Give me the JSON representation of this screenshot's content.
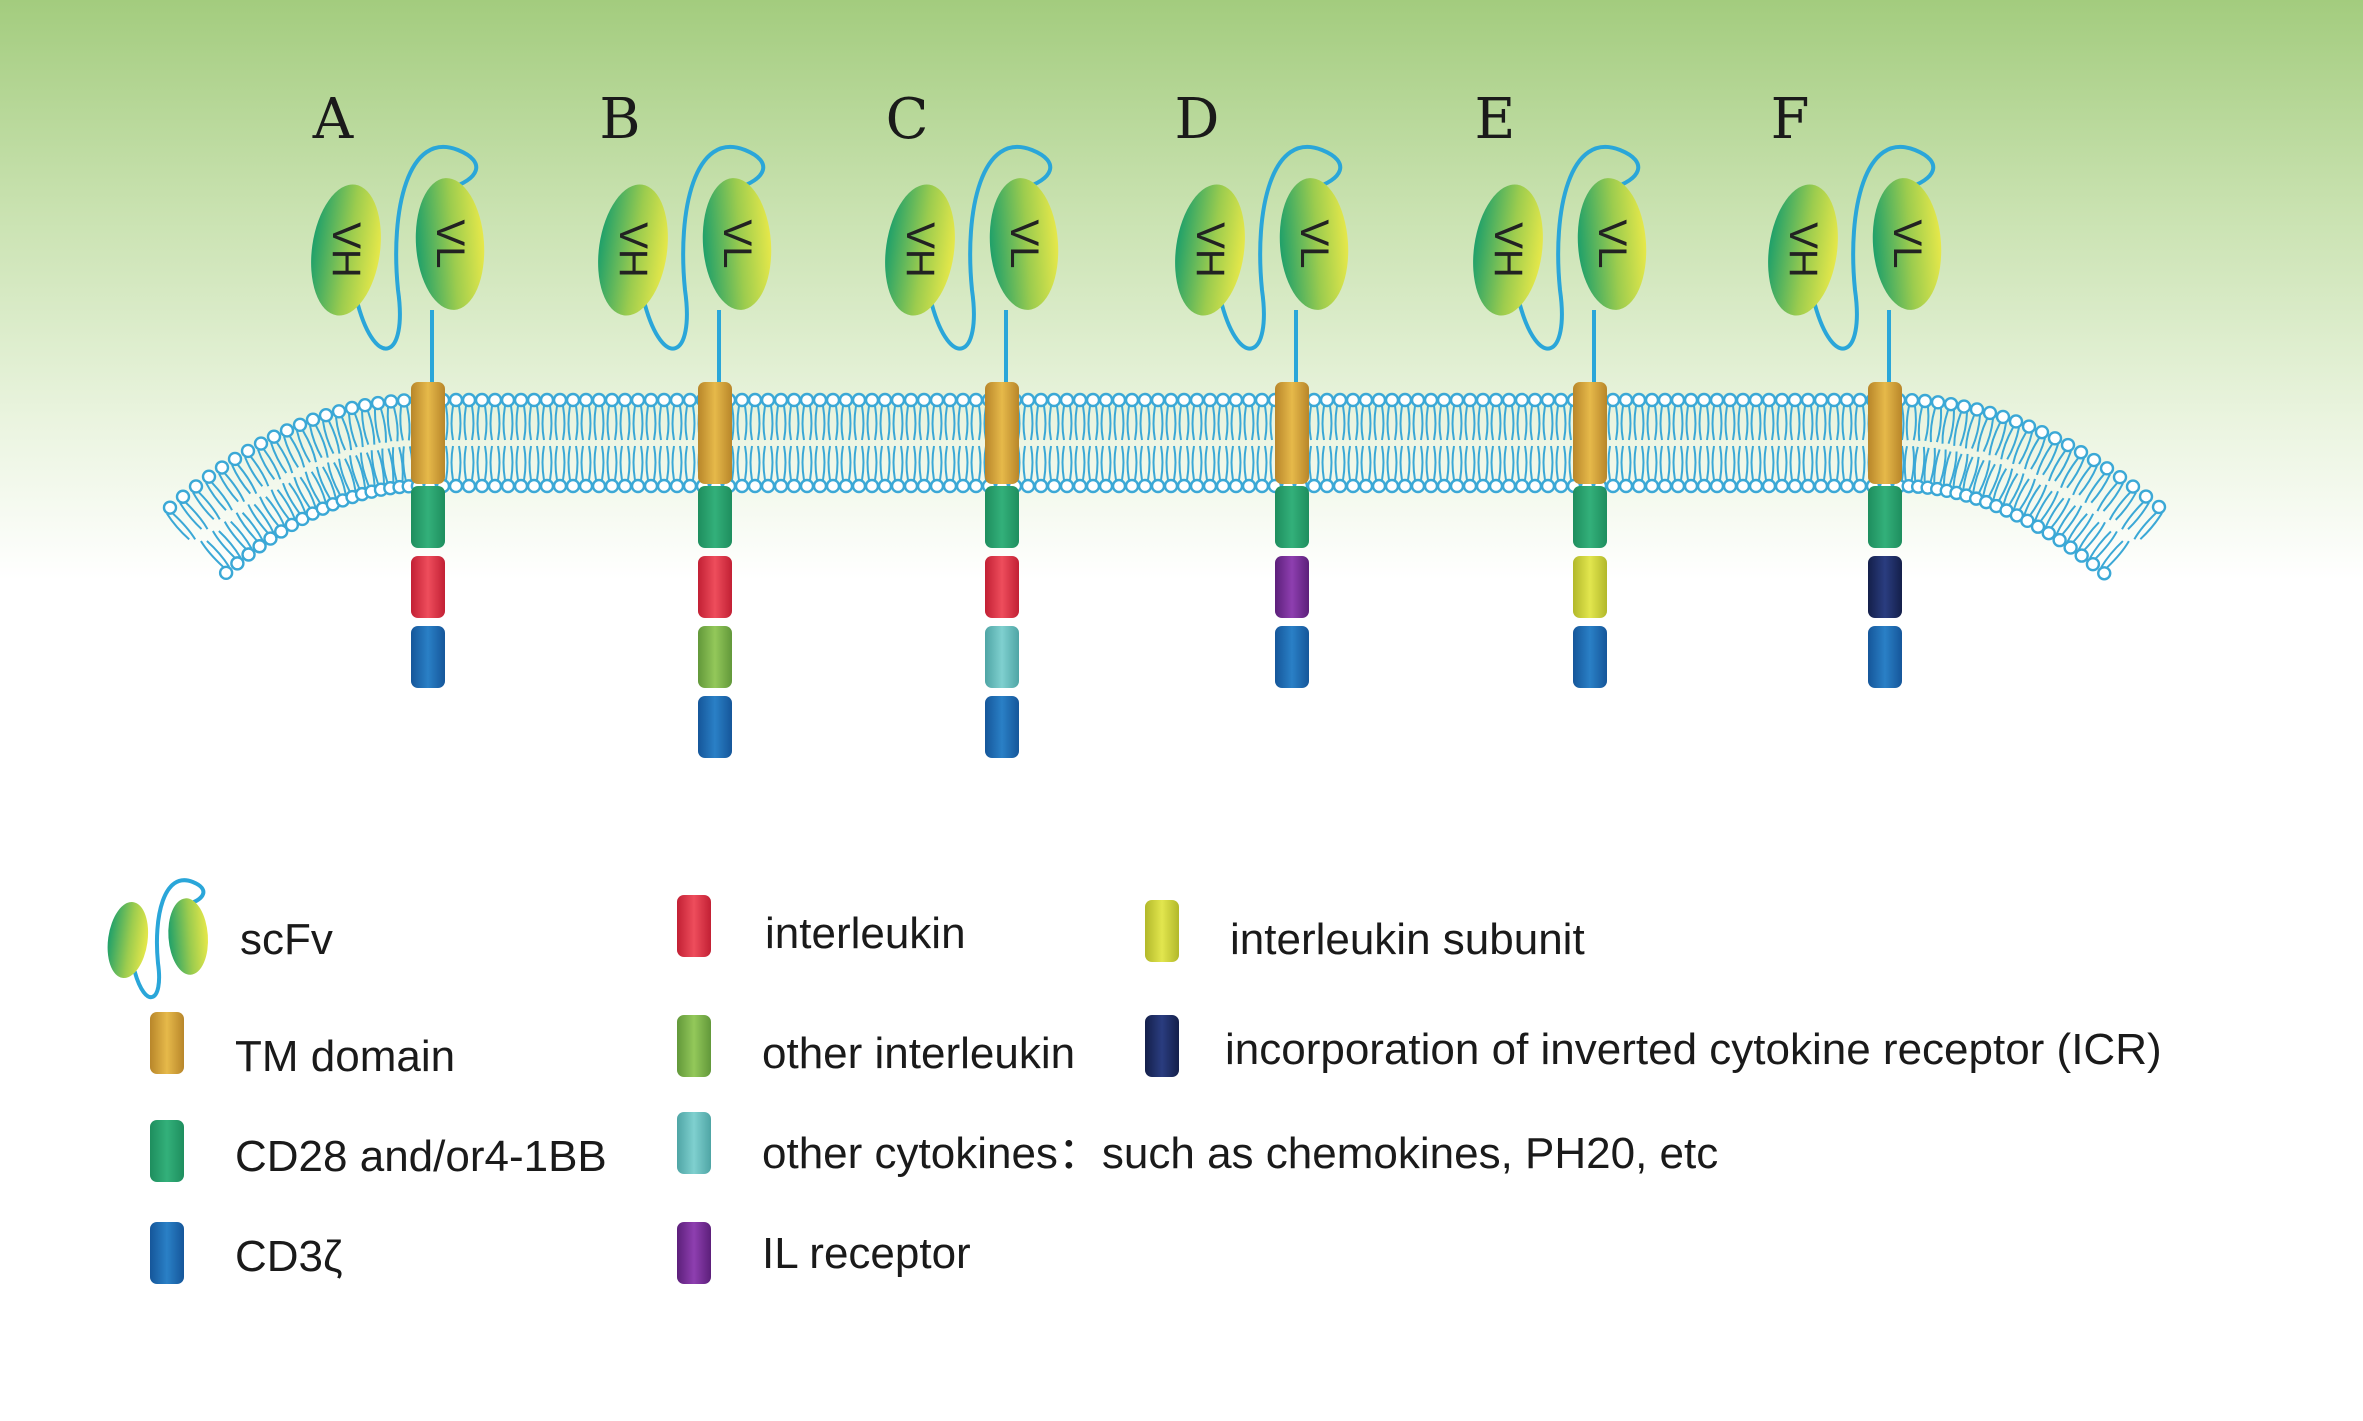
{
  "colors": {
    "background_top": "#a3cc7e",
    "membrane": "#3ba8d6",
    "linker": "#2aa6d9",
    "scfv_green": "#2aa56a",
    "scfv_yellow": "#d6e24a",
    "tm_domain": "#d8a83c",
    "costim": "#23a06c",
    "cd3z": "#1d6db2",
    "interleukin": "#e2394a",
    "other_interleukin": "#7fb64a",
    "other_cytokines": "#6cc1c0",
    "il_receptor": "#7a2e9a",
    "interleukin_subunit": "#d3d83a",
    "icr": "#1c2d66"
  },
  "scfv": {
    "vh_label": "VH",
    "vl_label": "VL"
  },
  "constructs": [
    {
      "label": "A",
      "modules": [
        "costim",
        "interleukin",
        "cd3z"
      ]
    },
    {
      "label": "B",
      "modules": [
        "costim",
        "interleukin",
        "other_interleukin",
        "cd3z"
      ]
    },
    {
      "label": "C",
      "modules": [
        "costim",
        "interleukin",
        "other_cytokines",
        "cd3z"
      ]
    },
    {
      "label": "D",
      "modules": [
        "costim",
        "il_receptor",
        "cd3z"
      ]
    },
    {
      "label": "E",
      "modules": [
        "costim",
        "interleukin_subunit",
        "cd3z"
      ]
    },
    {
      "label": "F",
      "modules": [
        "costim",
        "icr",
        "cd3z"
      ]
    }
  ],
  "legend": {
    "scfv": "scFv",
    "tm_domain": "TM domain",
    "costim": "CD28 and/or4-1BB",
    "cd3z": "CD3ζ",
    "interleukin": "interleukin",
    "other_interleukin": "other interleukin",
    "other_cytokines": "other cytokines：such as chemokines, PH20, etc",
    "il_receptor": "IL  receptor",
    "interleukin_subunit": "interleukin subunit",
    "icr": "incorporation of inverted cytokine receptor (ICR)"
  }
}
